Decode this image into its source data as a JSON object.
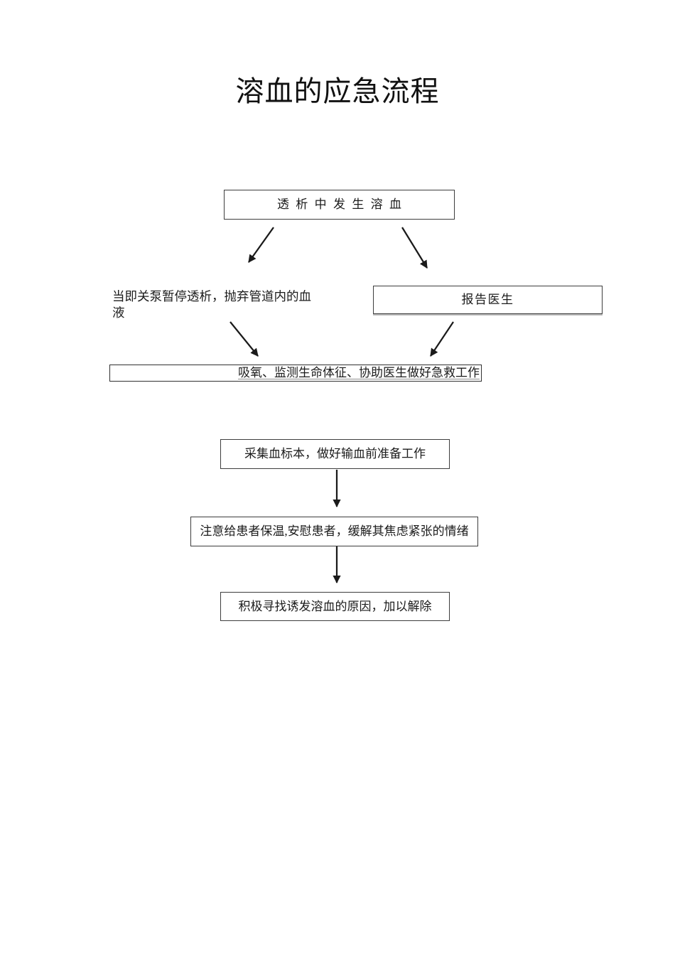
{
  "page": {
    "title": "溶血的应急流程"
  },
  "colors": {
    "ink": "#1a1a1a",
    "box_border": "#3d3d3d",
    "background": "#ffffff"
  },
  "flow": {
    "start": {
      "label": "透析中发生溶血"
    },
    "left_action": {
      "lines": [
        "当即关泵暂停透析，抛弃管道内的血",
        "液"
      ],
      "label": "当即关泵暂停透析，抛弃管道内的血液"
    },
    "report": {
      "label": "报告医生"
    },
    "rescue": {
      "label": "吸氧、监测生命体征、协助医生做好急救工作"
    },
    "sample": {
      "label": "采集血标本，做好输血前准备工作"
    },
    "comfort": {
      "label": "注意给患者保温,安慰患者，缓解其焦虑紧张的情绪"
    },
    "resolve": {
      "label": "积极寻找诱发溶血的原因，加以解除"
    }
  },
  "edges": [
    {
      "from": "start",
      "to": "left_action"
    },
    {
      "from": "start",
      "to": "report"
    },
    {
      "from": "left_action",
      "to": "rescue"
    },
    {
      "from": "report",
      "to": "rescue"
    },
    {
      "from": "sample",
      "to": "comfort"
    },
    {
      "from": "comfort",
      "to": "resolve"
    }
  ]
}
